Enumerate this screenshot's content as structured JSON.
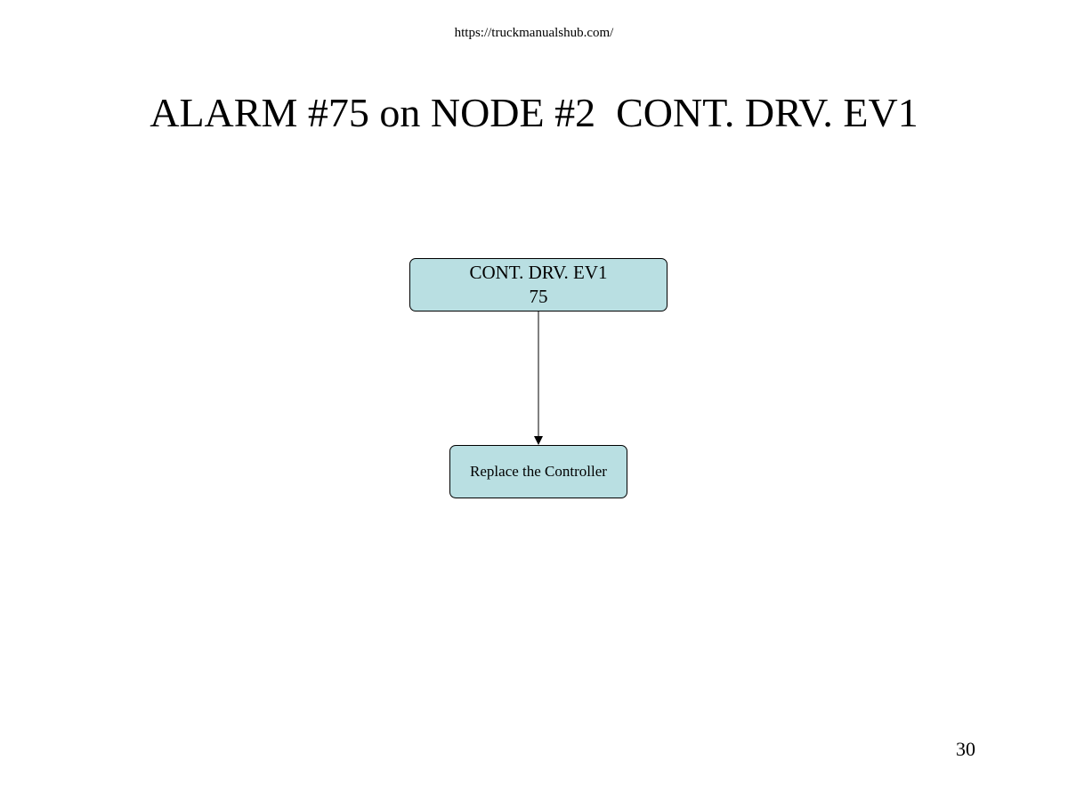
{
  "header": {
    "url": "https://truckmanualshub.com/"
  },
  "slide": {
    "title": "ALARM #75 on NODE #2  CONT. DRV. EV1",
    "page_number": "30"
  },
  "diagram": {
    "nodes": [
      {
        "id": "alarm",
        "line1": "CONT. DRV. EV1",
        "line2": "75"
      },
      {
        "id": "action",
        "text": "Replace the Controller"
      }
    ],
    "edges": [
      {
        "from": "alarm",
        "to": "action"
      }
    ],
    "colors": {
      "node_fill": "#b9dfe2",
      "stroke": "#000000"
    }
  }
}
